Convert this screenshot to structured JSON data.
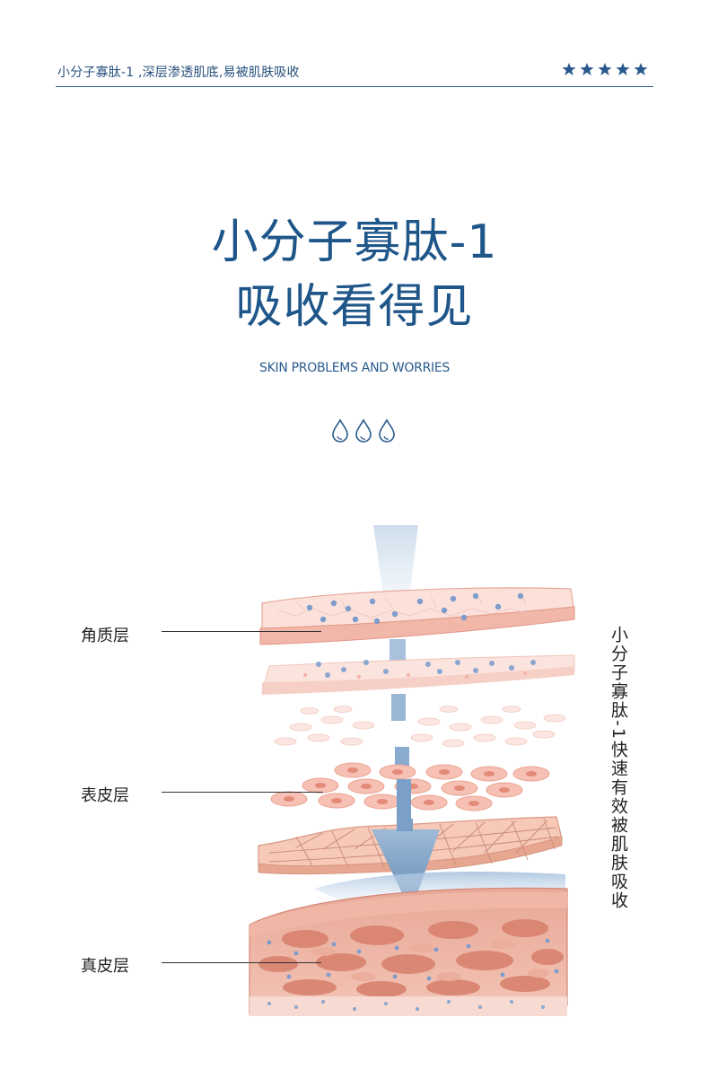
{
  "header": {
    "tagline": "小分子寡肽-1 ,深层渗透肌底,易被肌肤吸收",
    "rating_stars": 5
  },
  "hero": {
    "title_line1": "小分子寡肽-1",
    "title_line2": "吸收看得见",
    "subtitle": "SKIN PROBLEMS AND WORRIES"
  },
  "diagram": {
    "labels": {
      "stratum_corneum": "角质层",
      "epidermis": "表皮层",
      "dermis": "真皮层"
    },
    "side_text": "小分子寡肽-1快速有效被肌肤吸收"
  },
  "colors": {
    "brand_blue": "#1f5689",
    "arrow_blue": "#5b88b8",
    "skin_pink": "#f5c7bd",
    "dermis_red": "#d98a78"
  },
  "icons": [
    "star-icon",
    "water-drop-icon"
  ]
}
